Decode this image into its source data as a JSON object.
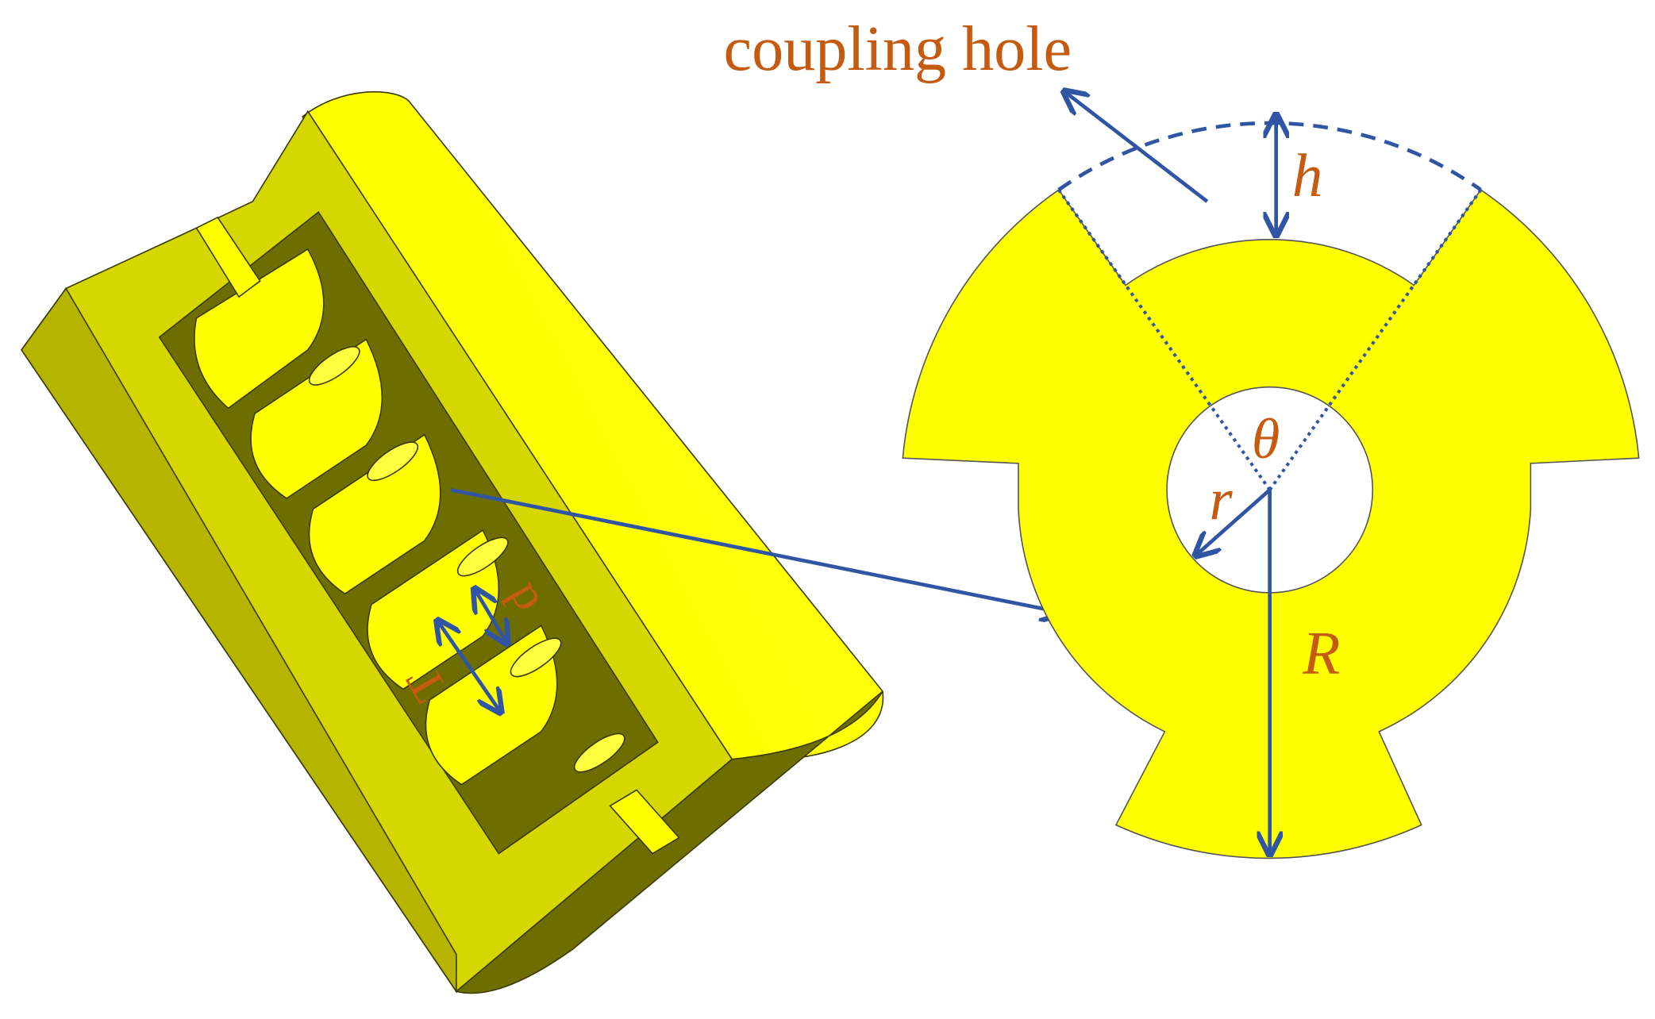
{
  "labels": {
    "coupling_hole": "coupling hole",
    "h": "h",
    "theta": "θ",
    "r": "r",
    "R": "R",
    "d": "d",
    "T": "T"
  },
  "colors": {
    "metal": "#ffff00",
    "metal_shadow": "#6e6e00",
    "metal_mid": "#c8c800",
    "annotation": "#2f55a4",
    "label": "#c55a11"
  }
}
